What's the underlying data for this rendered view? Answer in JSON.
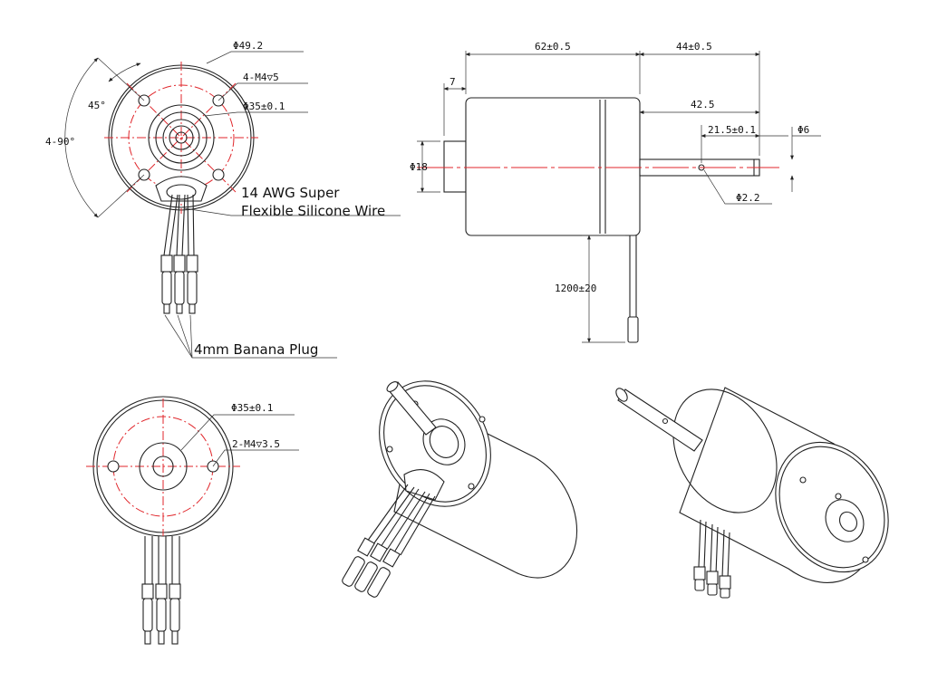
{
  "colors": {
    "line": "#222222",
    "centerline": "#e0262b",
    "background": "#ffffff"
  },
  "front_view": {
    "dia_outer": "Φ49.2",
    "mount_holes": "4-M4▽5",
    "dia_pilot": "Φ35±0.1",
    "angle_hole": "45°",
    "angle_spacing": "4-90°"
  },
  "side_view": {
    "len_body": "62±0.5",
    "len_shaft": "44±0.5",
    "len_7": "7",
    "len_shaft_free": "42.5",
    "len_hole_pos": "21.5±0.1",
    "dia_shaft": "Φ6",
    "dia_boss": "Φ18",
    "dia_hole": "Φ2.2",
    "wire_len": "1200±20"
  },
  "rear_view": {
    "dia_pilot": "Φ35±0.1",
    "mount_holes": "2-M4▽3.5"
  },
  "callouts": {
    "wire_line1": "14 AWG Super",
    "wire_line2": "Flexible Silicone Wire",
    "plug": "4mm Banana Plug"
  }
}
